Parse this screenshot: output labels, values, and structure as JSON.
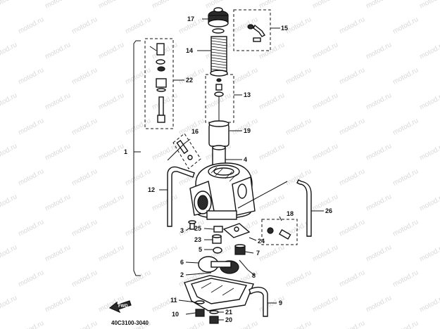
{
  "watermark": {
    "text": "motod.ru"
  },
  "diagram": {
    "code": "40C3100-3040",
    "fwd_label": "FWD",
    "callouts": {
      "c1": "1",
      "c2": "2",
      "c3": "3",
      "c4": "4",
      "c5": "5",
      "c6": "6",
      "c7": "7",
      "c8": "8",
      "c9": "9",
      "c10": "10",
      "c11": "11",
      "c12": "12",
      "c13": "13",
      "c14": "14",
      "c15": "15",
      "c16": "16",
      "c17": "17",
      "c18": "18",
      "c19": "19",
      "c20": "20",
      "c21": "21",
      "c22": "22",
      "c23": "23",
      "c24": "24",
      "c25": "25",
      "c26": "26"
    }
  }
}
